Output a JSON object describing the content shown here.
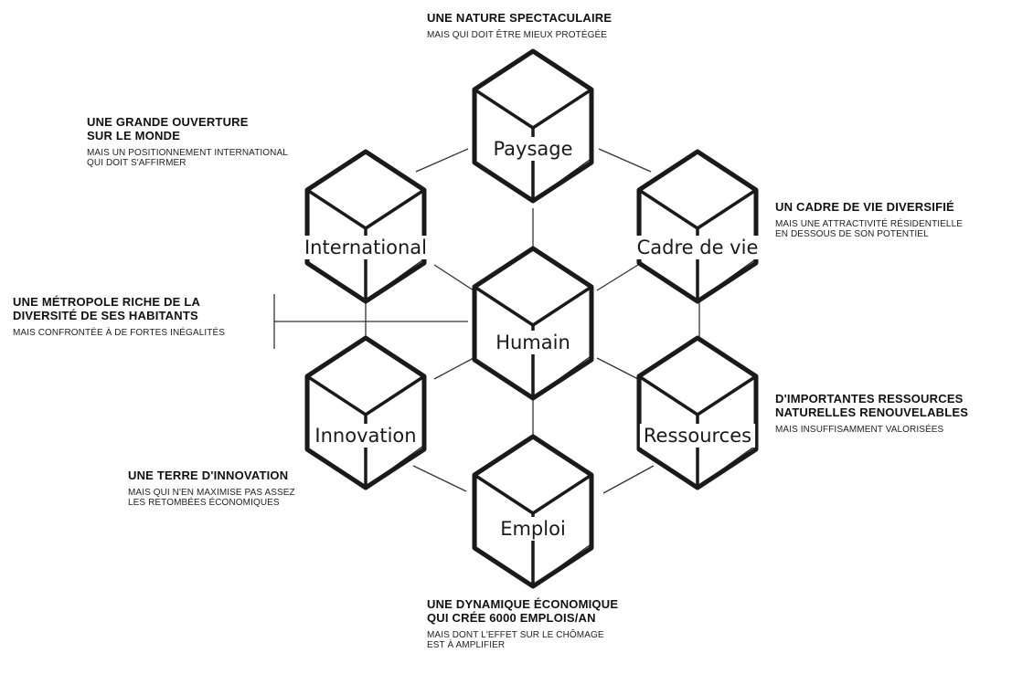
{
  "cubes": {
    "paysage": "Paysage",
    "cadre_de_vie": "Cadre de vie",
    "ressources": "Ressources",
    "emploi": "Emploi",
    "innovation": "Innovation",
    "international": "International",
    "humain": "Humain"
  },
  "notes": {
    "paysage": {
      "head": "UNE NATURE SPECTACULAIRE",
      "sub": "MAIS QUI DOIT ÊTRE MIEUX PROTÉGÉE"
    },
    "international": {
      "head": "UNE GRANDE OUVERTURE\nSUR LE MONDE",
      "sub": "MAIS UN POSITIONNEMENT INTERNATIONAL\nQUI DOIT S'AFFIRMER"
    },
    "cadre_de_vie": {
      "head": "UN CADRE DE VIE DIVERSIFIÉ",
      "sub": "MAIS UNE ATTRACTIVITÉ RÉSIDENTIELLE\nEN DESSOUS DE SON POTENTIEL"
    },
    "humain": {
      "head": "UNE MÉTROPOLE RICHE DE LA\nDIVERSITÉ DE SES HABITANTS",
      "sub": "MAIS CONFRONTÉE À DE FORTES INÉGALITÉS"
    },
    "ressources": {
      "head": "D'IMPORTANTES RESSOURCES\nNATURELLES RENOUVELABLES",
      "sub": "MAIS INSUFFISAMMENT VALORISÉES"
    },
    "innovation": {
      "head": "UNE TERRE D'INNOVATION",
      "sub": "MAIS QUI N'EN MAXIMISE PAS ASSEZ\nLES RETOMBÉES ÉCONOMIQUES"
    },
    "emploi": {
      "head": "UNE DYNAMIQUE ÉCONOMIQUE\nQUI CRÉE 6000 EMPLOIS/AN",
      "sub": "MAIS DONT L'EFFET SUR LE CHÔMAGE\nEST À AMPLIFIER"
    }
  },
  "colors": {
    "ink": "#1a1a1a",
    "background": "#ffffff"
  }
}
